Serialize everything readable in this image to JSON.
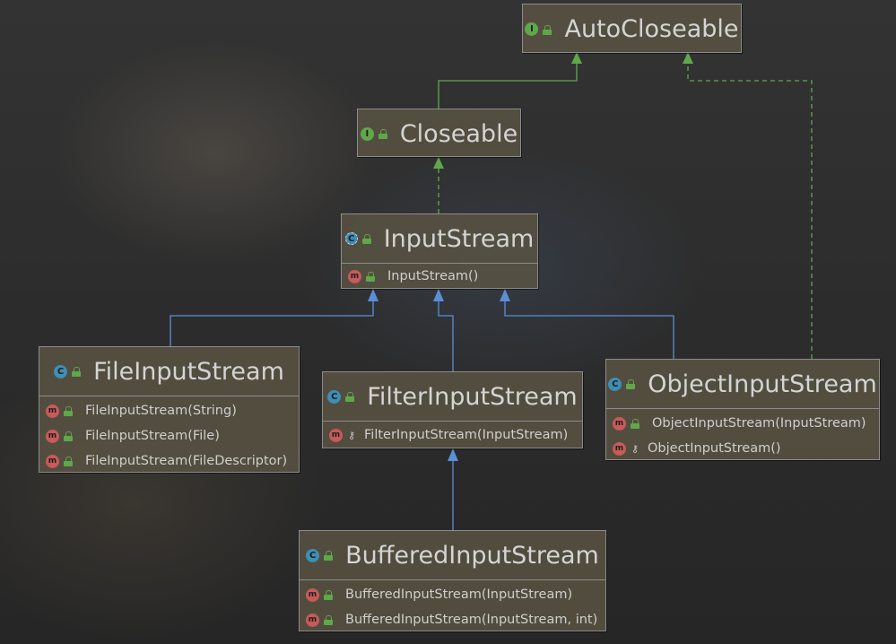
{
  "nodes": {
    "autocloseable": {
      "kind": "I",
      "name": "AutoCloseable",
      "members": []
    },
    "closeable": {
      "kind": "I",
      "name": "Closeable",
      "members": []
    },
    "inputstream": {
      "kind": "C",
      "name": "InputStream",
      "members": [
        {
          "kind": "m",
          "visibility": "public",
          "text": "InputStream()"
        }
      ]
    },
    "fileinputstream": {
      "kind": "C",
      "name": "FileInputStream",
      "members": [
        {
          "kind": "m",
          "visibility": "public",
          "text": "FileInputStream(String)"
        },
        {
          "kind": "m",
          "visibility": "public",
          "text": "FileInputStream(File)"
        },
        {
          "kind": "m",
          "visibility": "public",
          "text": "FileInputStream(FileDescriptor)"
        }
      ]
    },
    "filterinputstream": {
      "kind": "C",
      "name": "FilterInputStream",
      "members": [
        {
          "kind": "m",
          "visibility": "protected",
          "text": "FilterInputStream(InputStream)"
        }
      ]
    },
    "objectinputstream": {
      "kind": "C",
      "name": "ObjectInputStream",
      "members": [
        {
          "kind": "m",
          "visibility": "public",
          "text": "ObjectInputStream(InputStream)"
        },
        {
          "kind": "m",
          "visibility": "protected",
          "text": "ObjectInputStream()"
        }
      ]
    },
    "bufferedinputstream": {
      "kind": "C",
      "name": "BufferedInputStream",
      "members": [
        {
          "kind": "m",
          "visibility": "public",
          "text": "BufferedInputStream(InputStream)"
        },
        {
          "kind": "m",
          "visibility": "public",
          "text": "BufferedInputStream(InputStream, int)"
        }
      ]
    }
  },
  "edges": [
    {
      "from": "Closeable",
      "to": "AutoCloseable",
      "type": "extends"
    },
    {
      "from": "InputStream",
      "to": "Closeable",
      "type": "implements"
    },
    {
      "from": "ObjectInputStream",
      "to": "AutoCloseable",
      "type": "implements"
    },
    {
      "from": "FileInputStream",
      "to": "InputStream",
      "type": "extends"
    },
    {
      "from": "FilterInputStream",
      "to": "InputStream",
      "type": "extends"
    },
    {
      "from": "ObjectInputStream",
      "to": "InputStream",
      "type": "extends"
    },
    {
      "from": "BufferedInputStream",
      "to": "FilterInputStream",
      "type": "extends"
    }
  ],
  "icons": {
    "interface": "interface-icon",
    "class": "class-icon",
    "abstract_class": "abstract-class-icon",
    "method": "method-icon",
    "public": "public-lock-icon",
    "protected": "protected-key-icon"
  },
  "colors": {
    "interface_edge": "#5fa84a",
    "class_edge": "#5a8fd6",
    "node_border": "#8c8c8c",
    "text": "#d4d4d4"
  }
}
